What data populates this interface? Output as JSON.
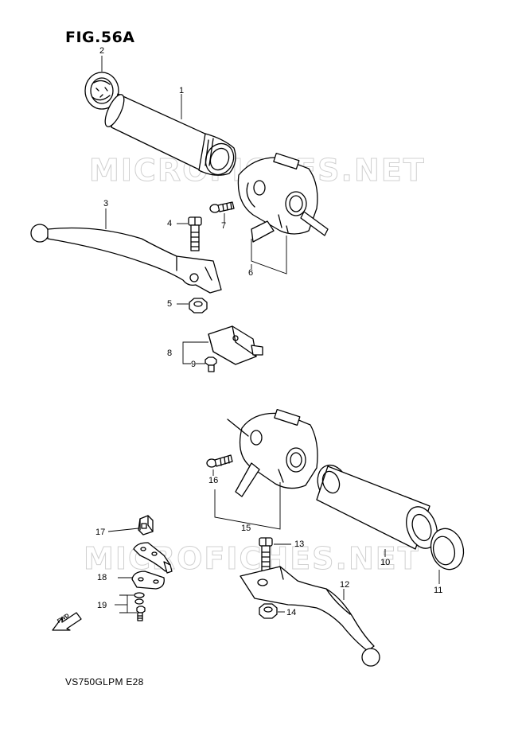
{
  "figure": {
    "title": "FIG.56A",
    "model_code": "VS750GLPM  E28"
  },
  "watermarks": [
    "MICROFICHES.NET",
    "MICROFICHES.NET"
  ],
  "fwd_label": "FWD",
  "callouts": {
    "c1": "1",
    "c2": "2",
    "c3": "3",
    "c4": "4",
    "c5": "5",
    "c6": "6",
    "c7": "7",
    "c8": "8",
    "c9": "9",
    "c10": "10",
    "c11": "11",
    "c12": "12",
    "c13": "13",
    "c14": "14",
    "c15": "15",
    "c16": "16",
    "c17": "17",
    "c18": "18",
    "c19": "19"
  }
}
